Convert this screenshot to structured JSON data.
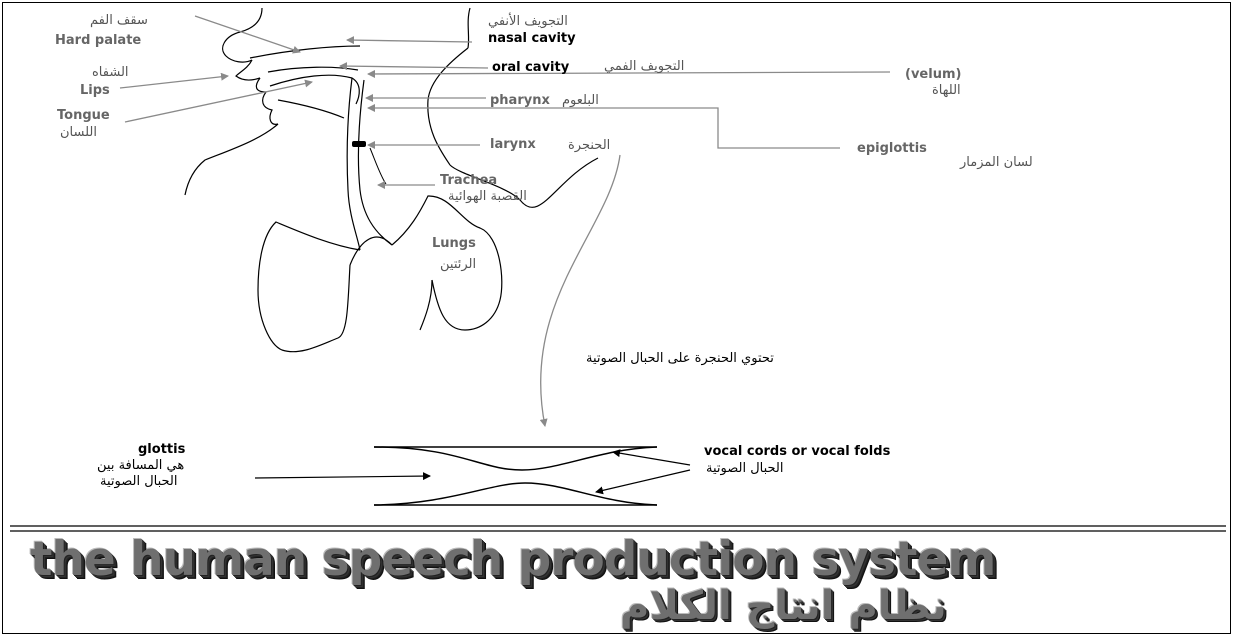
{
  "labels": {
    "hard_palate_ar": "سقف الفم",
    "hard_palate_en": "Hard palate",
    "lips_ar": "الشفاه",
    "lips_en": "Lips",
    "tongue_en": "Tongue",
    "tongue_ar": "اللسان",
    "nasal_cavity_ar": "التجويف الأنفي",
    "nasal_cavity_en": "nasal cavity",
    "oral_cavity_en": "oral cavity",
    "oral_cavity_ar": "التجويف الفمي",
    "velum_en": "(velum)",
    "velum_ar": "اللهاة",
    "pharynx_en": "pharynx",
    "pharynx_ar": "البلعوم",
    "larynx_en": "larynx",
    "larynx_ar": "الحنجرة",
    "epiglottis_en": "epiglottis",
    "epiglottis_ar": "لسان المزمار",
    "trachea_en": "Trachea",
    "trachea_ar": "القصبة الهوائية",
    "lungs_en": "Lungs",
    "lungs_ar": "الرئتين",
    "larynx_note_ar": "تحتوي الحنجرة على الحبال الصوتية",
    "glottis_en": "glottis",
    "glottis_ar_1": "هي المسافة بين",
    "glottis_ar_2": "الحبال الصوتية",
    "vocal_cords_en": "vocal cords or vocal folds",
    "vocal_cords_ar": "الحبال الصوتية"
  },
  "title": {
    "english": "the human speech production system",
    "arabic": "نظام انتاج الكلام"
  },
  "colors": {
    "line": "#000000",
    "arrow": "#8a8a8a",
    "title_fill": "#6f6f6f"
  }
}
